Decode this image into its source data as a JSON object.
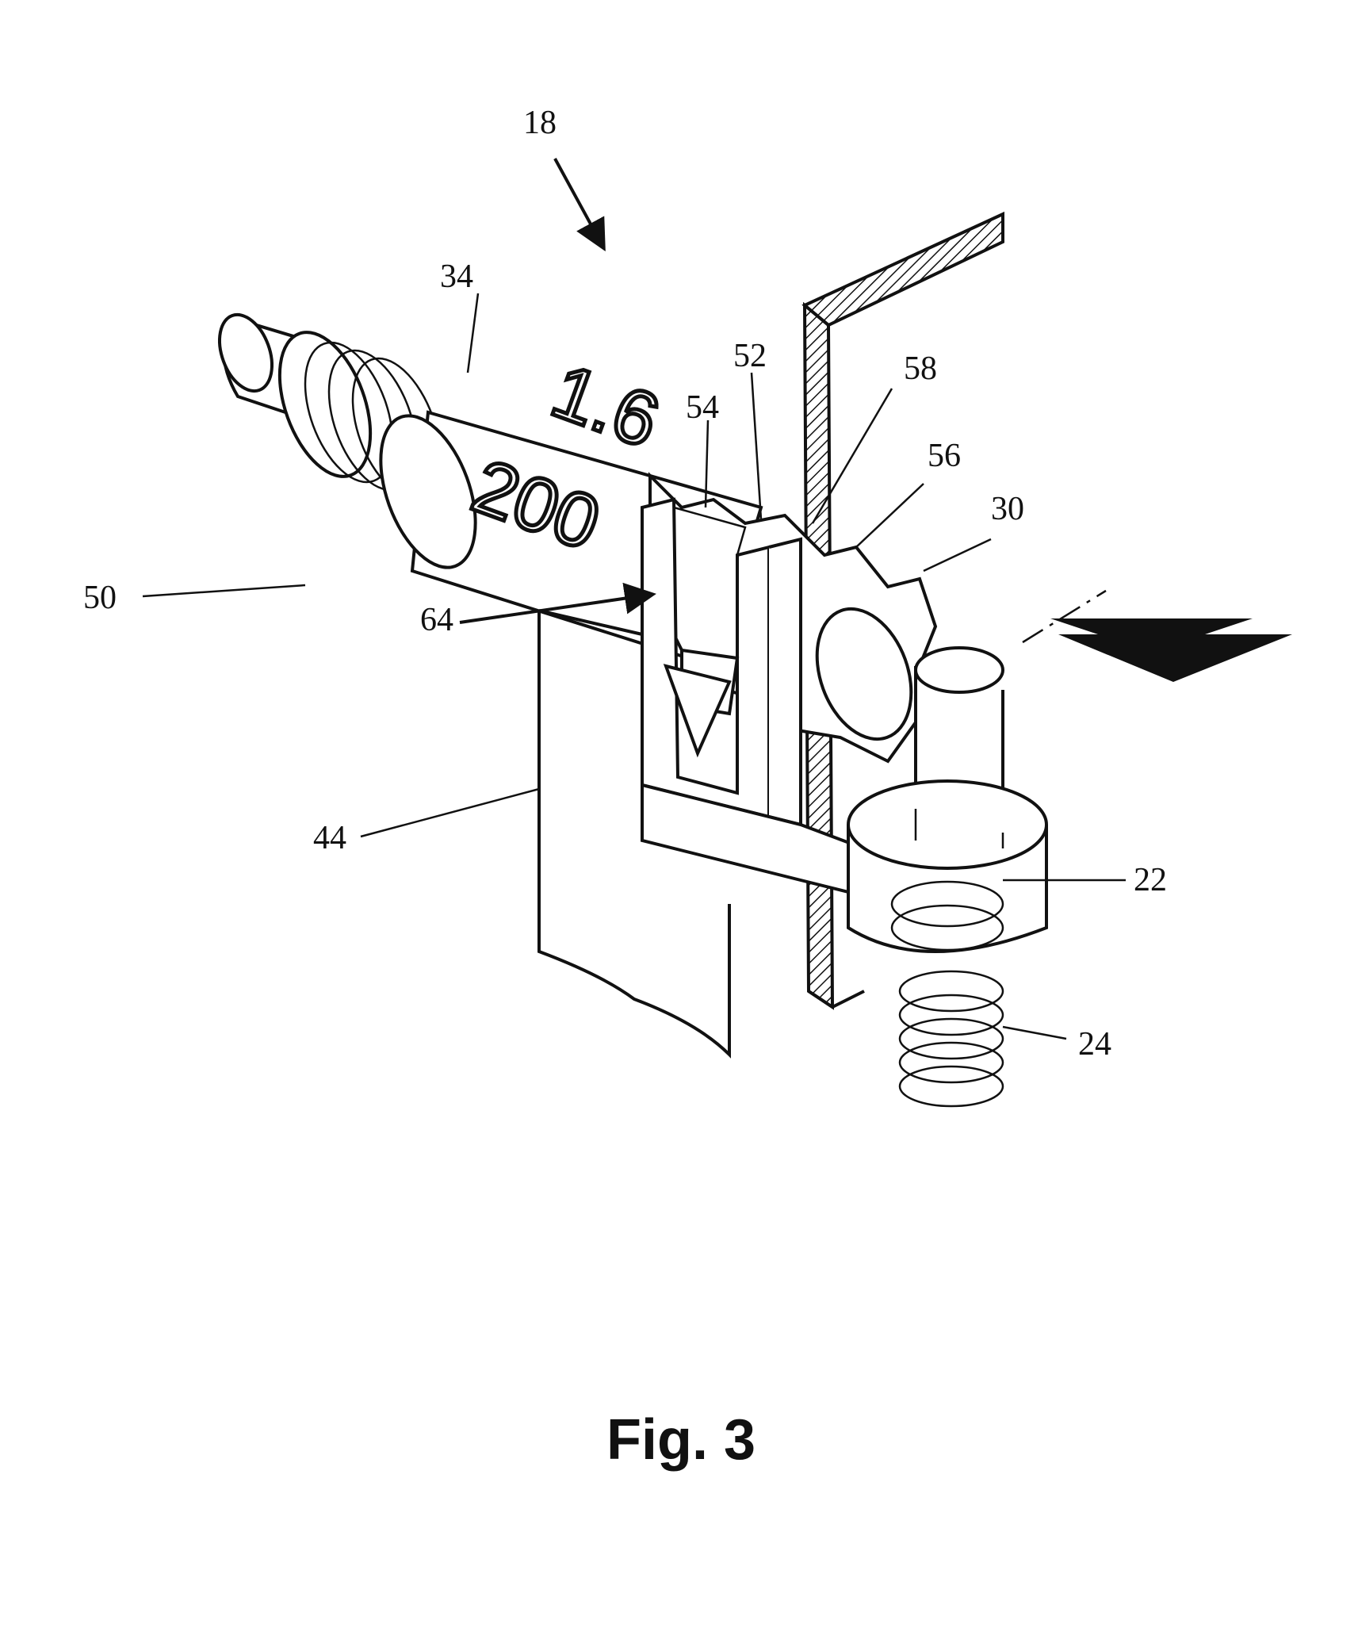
{
  "figure": {
    "caption": "Fig. 3",
    "dial_numbers": [
      "200",
      "1.6"
    ],
    "labels": {
      "l18": "18",
      "l34": "34",
      "l52": "52",
      "l54": "54",
      "l58": "58",
      "l56": "56",
      "l30": "30",
      "l50": "50",
      "l64": "64",
      "l44": "44",
      "l22": "22",
      "l24": "24"
    }
  }
}
